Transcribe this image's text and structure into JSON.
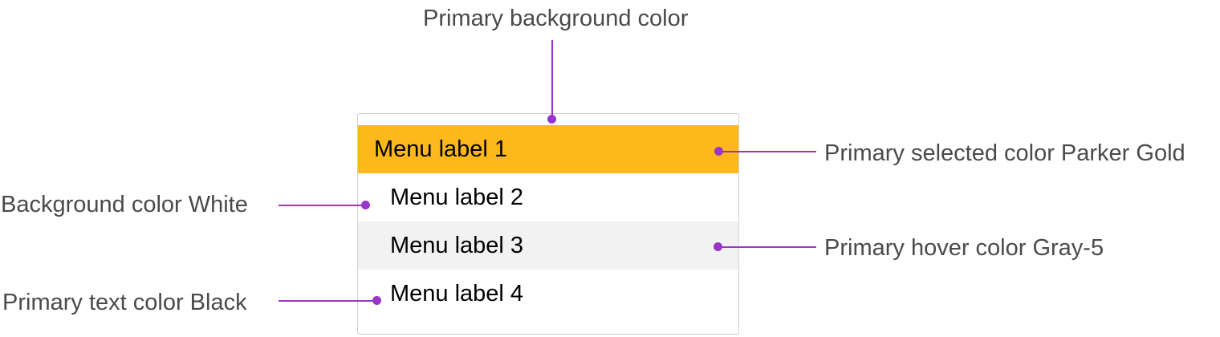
{
  "menu": {
    "items": [
      {
        "label": "Menu label 1"
      },
      {
        "label": "Menu label 2"
      },
      {
        "label": "Menu label 3"
      },
      {
        "label": "Menu label 4"
      }
    ],
    "selected_index": 0,
    "hover_index": 2
  },
  "annotations": {
    "background": "Primary background color",
    "selected": "Primary selected color Parker Gold",
    "white": "Background color White",
    "hover": "Primary hover color Gray-5",
    "text": "Primary text color Black"
  },
  "colors": {
    "selected": "#FFB81C",
    "hover": "#F2F2F2",
    "background": "#FFFFFF",
    "text": "#000000",
    "leader": "#9A35C9",
    "annotation_text": "#4A4A4A",
    "border": "#CFCFCF"
  }
}
